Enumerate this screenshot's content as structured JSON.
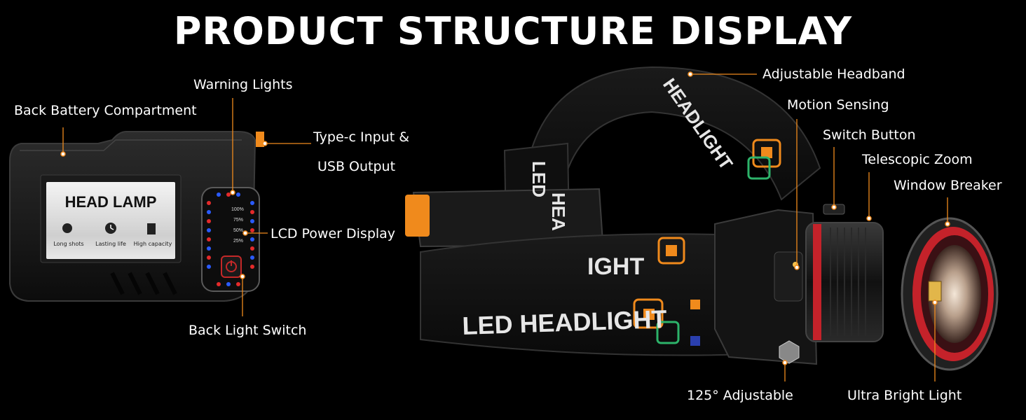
{
  "title": "PRODUCT STRUCTURE DISPLAY",
  "callouts": {
    "back_battery": "Back Battery Compartment",
    "warning_lights": "Warning Lights",
    "typec_line1": "Type-c Input &",
    "typec_line2": "USB Output",
    "lcd_power": "LCD Power Display",
    "back_light_switch": "Back Light Switch",
    "adjustable_headband": "Adjustable Headband",
    "motion_sensing": "Motion Sensing",
    "switch_button": "Switch Button",
    "telescopic_zoom": "Telescopic Zoom",
    "window_breaker": "Window Breaker",
    "adjustable_125": "125° Adjustable",
    "ultra_bright": "Ultra Bright Light"
  },
  "battery_pack": {
    "label_title": "HEAD LAMP",
    "features": [
      "Long shots",
      "Lasting life",
      "High capacity"
    ],
    "levels": [
      "100%",
      "75%",
      "50%",
      "25%"
    ]
  },
  "headband_print": {
    "front": "LED HEADLIGHT",
    "mid": "IGHT",
    "top": "HEADLIGHT",
    "side1": "LED",
    "side2": "HEA"
  },
  "colors": {
    "background": "#000000",
    "accent_orange": "#f08a1c",
    "lens_red": "#d0202a",
    "led_blue": "#2a5bff",
    "led_red": "#e42a2a"
  }
}
